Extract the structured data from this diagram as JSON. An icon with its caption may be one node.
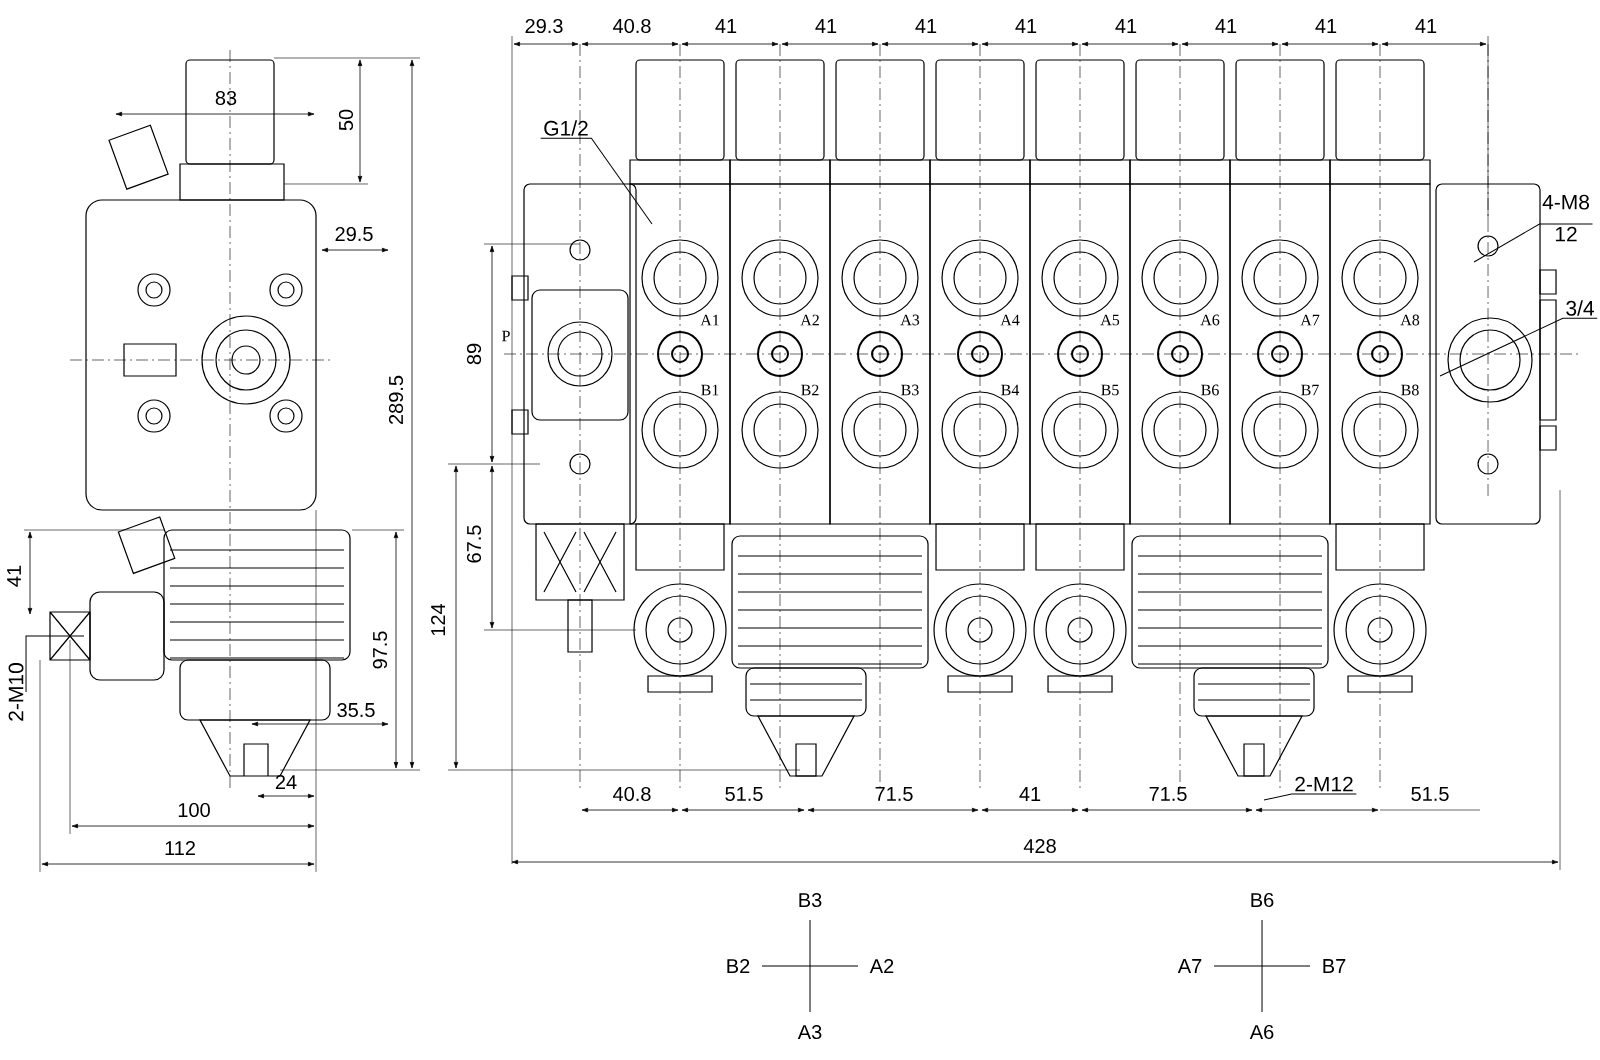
{
  "diagram": {
    "nodes": [
      {
        "text": [
          "G1/2"
        ]
      },
      {
        "text": [
          "4-M8",
          "12"
        ]
      },
      {
        "text": [
          "3/4"
        ]
      },
      {
        "text": [
          "2-M10"
        ]
      },
      {
        "text": [
          "2-M12"
        ]
      }
    ],
    "edges": [
      {
        "from": 0,
        "to": null,
        "arrow": "none"
      },
      {
        "from": 1,
        "to": null,
        "arrow": "none"
      },
      {
        "from": 2,
        "to": null,
        "arrow": "none"
      },
      {
        "from": 3,
        "to": null,
        "arrow": "none"
      },
      {
        "from": 4,
        "to": null,
        "arrow": "none"
      }
    ],
    "labels": [
      "29.3",
      "40.8",
      "41",
      "41",
      "41",
      "41",
      "41",
      "41",
      "41",
      "41",
      "83",
      "50",
      "29.5",
      "289.5",
      "89",
      "P",
      "A1",
      "A2",
      "A3",
      "A4",
      "A5",
      "A6",
      "A7",
      "A8",
      "B1",
      "B2",
      "B3",
      "B4",
      "B5",
      "B6",
      "B7",
      "B8",
      "67.5",
      "41",
      "124",
      "97.5",
      "35.5",
      "24",
      "40.8",
      "51.5",
      "71.5",
      "41",
      "71.5",
      "51.5",
      "100",
      "112",
      "428",
      "B3",
      "B2",
      "A2",
      "A3",
      "B6",
      "A7",
      "B7",
      "A6"
    ]
  }
}
